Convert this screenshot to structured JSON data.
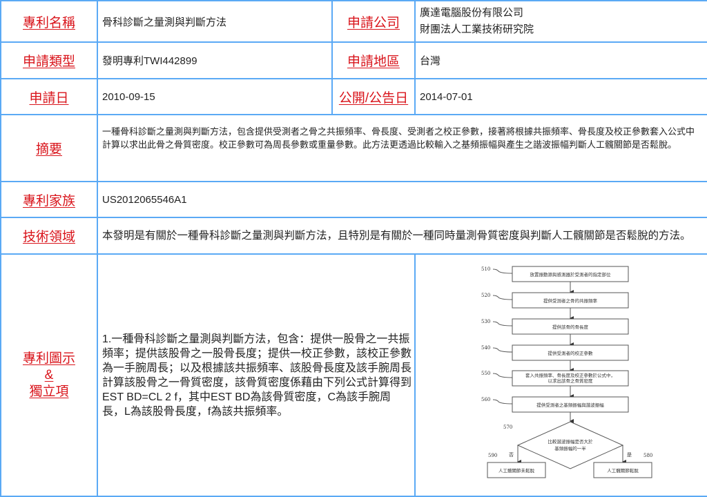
{
  "rows": {
    "name": {
      "label": "專利名稱",
      "value": "骨科診斷之量測與判斷方法"
    },
    "company": {
      "label": "申請公司",
      "values": [
        "廣達電腦股份有限公司",
        "財團法人工業技術研究院"
      ]
    },
    "type": {
      "label": "申請類型",
      "value": "發明專利TWI442899"
    },
    "region": {
      "label": "申請地區",
      "value": "台灣"
    },
    "date": {
      "label": "申請日",
      "value": "2010-09-15"
    },
    "pubdate": {
      "label": "公開/公告日",
      "value": "2014-07-01"
    },
    "abstract": {
      "label": "摘要",
      "value": "一種骨科診斷之量測與判斷方法，包含提供受測者之骨之共振頻率、骨長度、受測者之校正參數，接著將根據共振頻率、骨長度及校正參數套入公式中計算以求出此骨之骨質密度。校正參數可為周長參數或重量參數。此方法更透過比較輸入之基頻振幅與產生之諧波振幅判斷人工髖關節是否鬆脫。"
    },
    "family": {
      "label": "專利家族",
      "value": "US2012065546A1"
    },
    "field": {
      "label": "技術領域",
      "value": "本發明是有關於一種骨科診斷之量測與判斷方法，且特別是有關於一種同時量測骨質密度與判斷人工髖關節是否鬆脫的方法。"
    },
    "claim": {
      "label_lines": [
        "專利圖示",
        "&",
        "獨立項"
      ],
      "value": "1.一種骨科診斷之量測與判斷方法，包含：提供一股骨之一共振頻率；提供該股骨之一股骨長度；提供一校正參數，該校正參數為一手腕周長；以及根據該共振頻率、該股骨長度及該手腕周長計算該股骨之一骨質密度，該骨質密度係藉由下列公式計算得到EST BD=CL 2 f，其中EST BD為該骨質密度，C為該手腕周長，L為該股骨長度，f為該共振頻率。"
    }
  },
  "flowchart": {
    "steps": [
      {
        "id": "510",
        "text": "放置振動源與感測器於受測者的指定部位"
      },
      {
        "id": "520",
        "text": "提供受測者之骨的共振頻率"
      },
      {
        "id": "530",
        "text": "提供該骨的骨長度"
      },
      {
        "id": "540",
        "text": "提供受測者的校正參數"
      },
      {
        "id": "550",
        "text": "套入共振頻率、骨長度及校正參數於公式中，",
        "text2": "以求出該骨之骨質密度"
      },
      {
        "id": "560",
        "text": "提供受測者之基頻振幅與諧波振幅"
      }
    ],
    "decision": {
      "id": "570",
      "text": "比較諧波振幅是否大於",
      "text2": "基頻振幅的一半"
    },
    "no": {
      "id": "590",
      "branch": "否",
      "text": "人工髖關節未鬆脫"
    },
    "yes": {
      "id": "580",
      "branch": "是",
      "text": "人工髖關節鬆脫"
    }
  }
}
